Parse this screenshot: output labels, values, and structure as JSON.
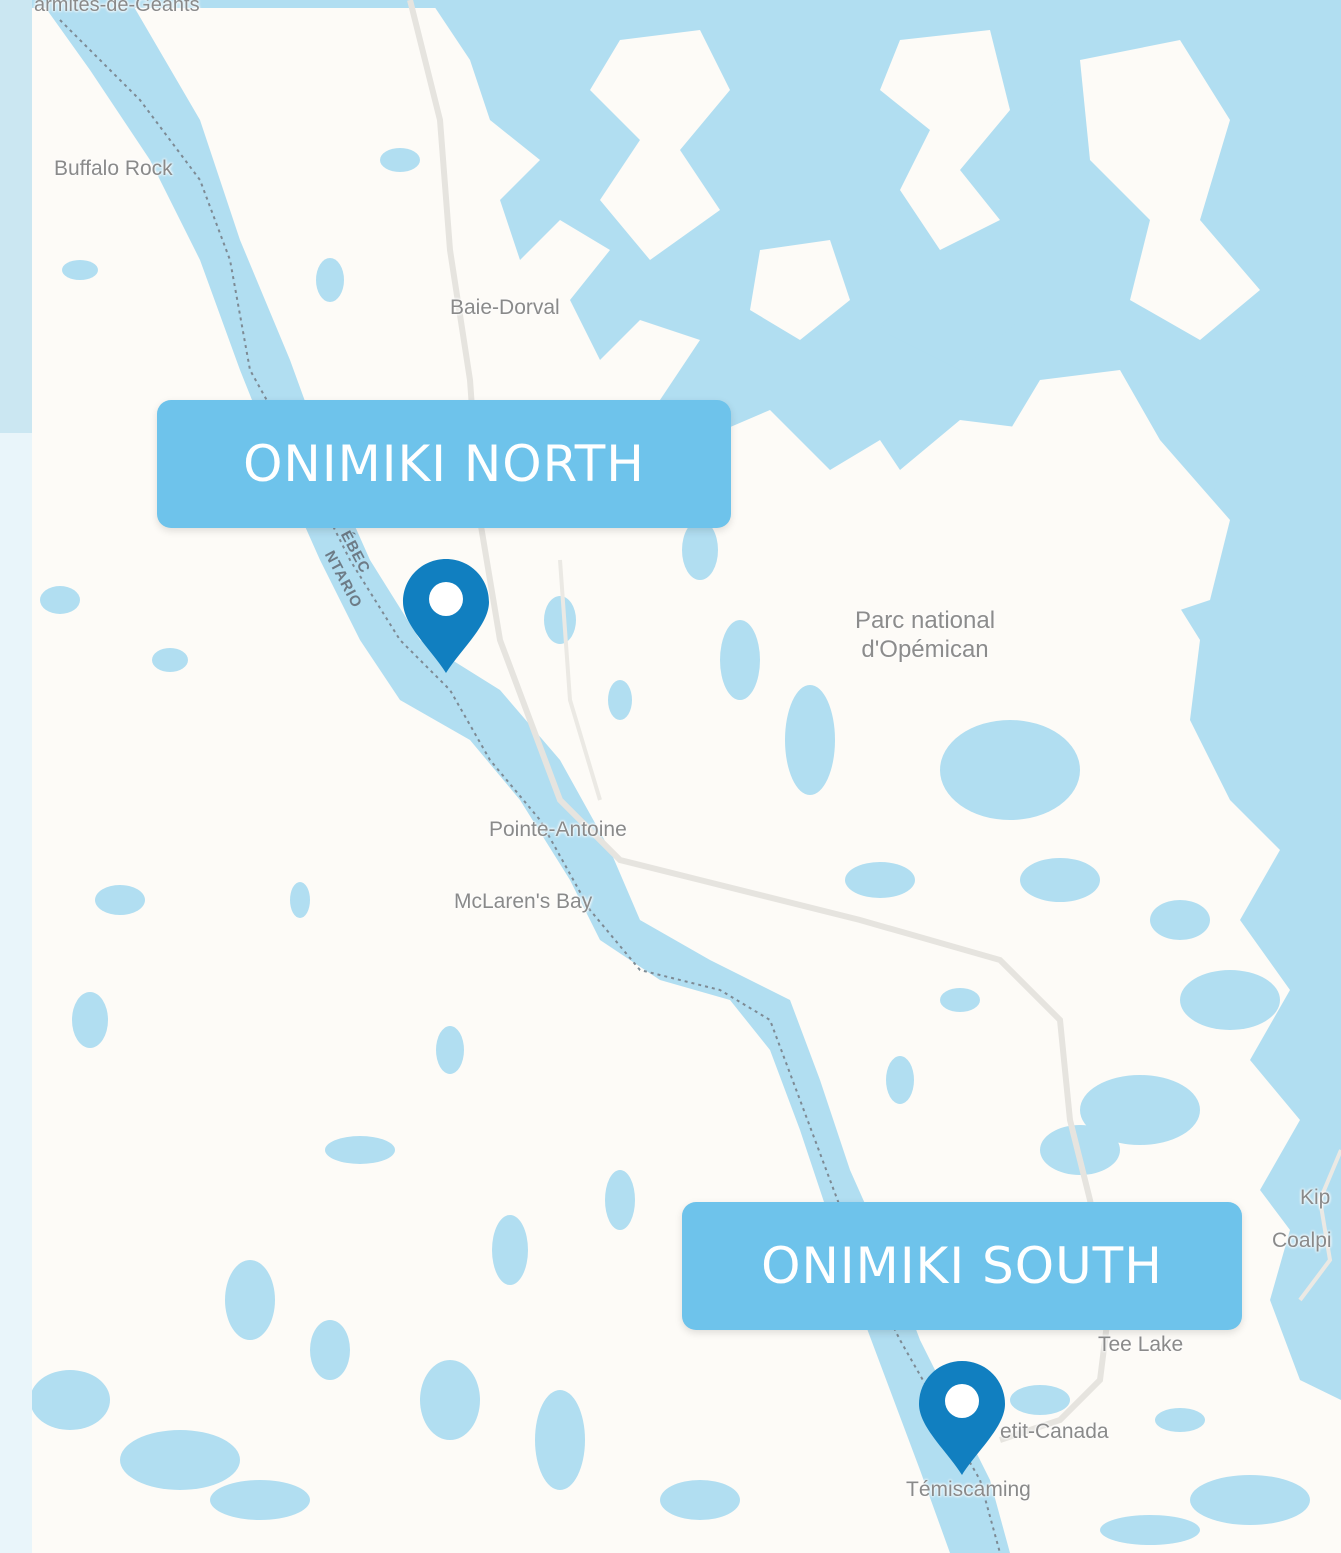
{
  "map": {
    "colors": {
      "land": "#fdfbf7",
      "water": "#b1def1",
      "label_box": "#6ec3eb",
      "label_text": "#ffffff",
      "pin": "#117fc0",
      "side_panel": "#cbe7f2"
    },
    "sites": [
      {
        "name": "ONIMIKI NORTH",
        "icon": "map-pin-icon"
      },
      {
        "name": "ONIMIKI SOUTH",
        "icon": "map-pin-icon"
      }
    ],
    "places": {
      "top_left": "armites-de-Geants",
      "buffalo_rock": "Buffalo Rock",
      "baie_dorval": "Baie-Dorval",
      "pointe_antoine": "Pointe-Antoine",
      "mclarens_bay": "McLaren's Bay",
      "tee_lake": "Tee Lake",
      "petit_canada": "etit-Canada",
      "temiscaming": "Témiscaming",
      "kipa": "Kip",
      "coalpit": "Coalpi"
    },
    "park": {
      "line1": "Parc national",
      "line2": "d'Opémican"
    },
    "border": {
      "quebec": "ÉBEC",
      "ontario": "NTARIO"
    }
  }
}
